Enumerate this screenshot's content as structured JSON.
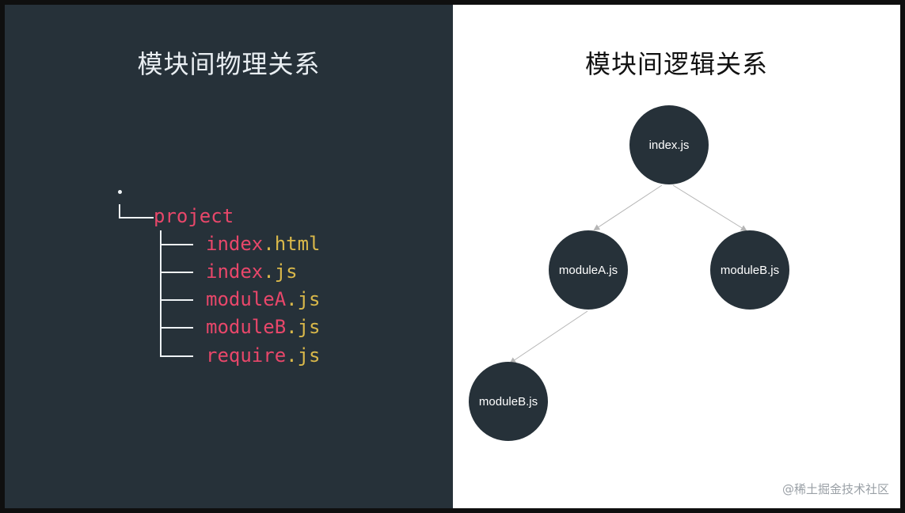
{
  "left": {
    "title": "模块间物理关系",
    "root_marker": "•",
    "project_label": "project",
    "files": [
      {
        "name": "index",
        "ext": ".html"
      },
      {
        "name": "index",
        "ext": ".js"
      },
      {
        "name": "moduleA",
        "ext": ".js"
      },
      {
        "name": "moduleB",
        "ext": ".js"
      },
      {
        "name": "require",
        "ext": ".js"
      }
    ]
  },
  "right": {
    "title": "模块间逻辑关系",
    "nodes": {
      "root": "index.js",
      "a": "moduleA.js",
      "b": "moduleB.js",
      "b_child": "moduleB.js"
    },
    "edges": [
      {
        "from": "root",
        "to": "a"
      },
      {
        "from": "root",
        "to": "b"
      },
      {
        "from": "a",
        "to": "b_child"
      }
    ]
  },
  "colors": {
    "dark_bg": "#263139",
    "file_name": "#e8476a",
    "file_ext": "#d9b84a",
    "node_fill": "#263139",
    "edge": "#b5b5b5"
  },
  "watermark": "@稀土掘金技术社区"
}
